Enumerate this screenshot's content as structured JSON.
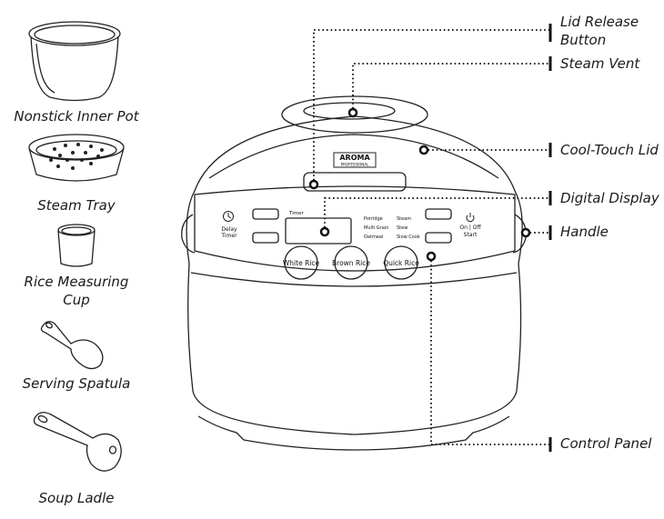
{
  "accessories": {
    "inner_pot": "Nonstick Inner Pot",
    "steam_tray": "Steam Tray",
    "measuring_cup_line1": "Rice Measuring",
    "measuring_cup_line2": "Cup",
    "serving_spatula": "Serving Spatula",
    "soup_ladle": "Soup Ladle"
  },
  "callouts": {
    "lid_release_line1": "Lid Release",
    "lid_release_line2": "Button",
    "steam_vent": "Steam Vent",
    "cool_touch_lid": "Cool-Touch Lid",
    "digital_display": "Digital Display",
    "handle": "Handle",
    "control_panel": "Control Panel"
  },
  "cooker": {
    "brand": "AROMA",
    "brand_sub": "PROFESSIONAL",
    "delay_timer_line1": "Delay",
    "delay_timer_line2": "Timer",
    "timer_label": "Timer",
    "menu": [
      "Porridge",
      "Multi Grain",
      "Oatmeal",
      "Steam",
      "Stew",
      "Slow Cook"
    ],
    "on_off": "On | Off",
    "start": "Start",
    "buttons": [
      "White Rice",
      "Brown Rice",
      "Quick Rice"
    ]
  }
}
